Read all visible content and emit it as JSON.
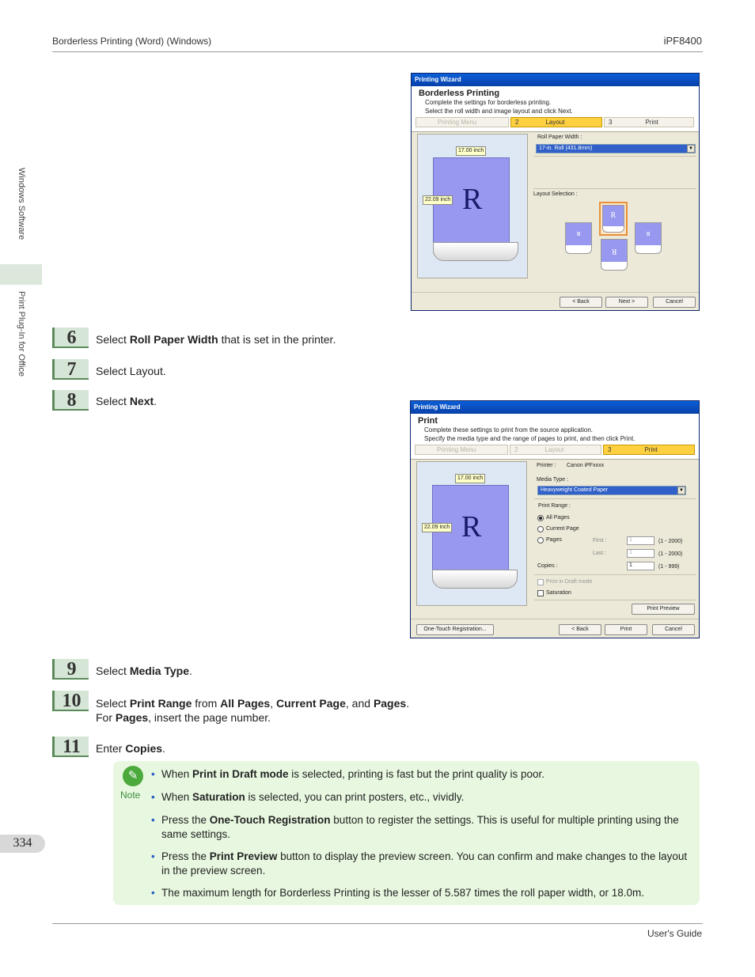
{
  "header": {
    "left": "Borderless Printing (Word) (Windows)",
    "right": "iPF8400"
  },
  "footer": {
    "right": "User's Guide",
    "page": "334"
  },
  "side": {
    "tab1": "Windows Software",
    "tab2": "Print Plug-In for Office"
  },
  "steps": [
    {
      "num": "6",
      "pre": "Select ",
      "bold": "Roll Paper Width",
      "post": " that is set in the printer."
    },
    {
      "num": "7",
      "text": "Select Layout."
    },
    {
      "num": "8",
      "pre": "Select ",
      "bold": "Next",
      "post": "."
    },
    {
      "num": "9",
      "pre": "Select ",
      "bold": "Media Type",
      "post": "."
    },
    {
      "num": "10",
      "l1_pre": "Select ",
      "l1_b1": "Print Range",
      "l1_mid1": " from ",
      "l1_b2": "All Pages",
      "l1_c1": ", ",
      "l1_b3": "Current Page",
      "l1_c2": ", and ",
      "l1_b4": "Pages",
      "l1_end": ".",
      "l2_pre": "For ",
      "l2_b": "Pages",
      "l2_post": ", insert the page number."
    },
    {
      "num": "11",
      "pre": "Enter ",
      "bold": "Copies",
      "post": "."
    }
  ],
  "dialog1": {
    "title": "Printing Wizard",
    "heading": "Borderless Printing",
    "sub1": "Complete the settings for borderless printing.",
    "sub2": "Select the roll width and image layout and click Next.",
    "crumb1": "Printing Menu",
    "crumb2_num": "2",
    "crumb2": "Layout",
    "crumb3_num": "3",
    "crumb3": "Print",
    "width_tag": "17.00 inch",
    "height_tag": "22.09 inch",
    "big_r": "R",
    "roll_width_label": "Roll Paper Width :",
    "roll_width_value": "17-in. Roll (431.8mm)",
    "layout_label": "Layout Selection :",
    "thumb_r": "R",
    "btn_back": "< Back",
    "btn_next": "Next >",
    "btn_cancel": "Cancel"
  },
  "dialog2": {
    "title": "Printing Wizard",
    "heading": "Print",
    "sub1": "Complete these settings to print from the source application.",
    "sub2": "Specify the media type and the range of pages to print, and then click Print.",
    "crumb1": "Printing Menu",
    "crumb2_num": "2",
    "crumb2": "Layout",
    "crumb3_num": "3",
    "crumb3": "Print",
    "width_tag": "17.00 inch",
    "height_tag": "22.09 inch",
    "big_r": "R",
    "printer_label": "Printer :",
    "printer_value": "Canon iPFxxxx",
    "media_label": "Media Type :",
    "media_value": "Heavyweight Coated Paper",
    "range_label": "Print Range :",
    "all_pages": "All Pages",
    "current_page": "Current Page",
    "pages": "Pages",
    "first_label": "First :",
    "first_value": "1",
    "first_range": "(1 - 2000)",
    "last_label": "Last :",
    "last_value": "1",
    "last_range": "(1 - 2000)",
    "copies_label": "Copies :",
    "copies_value": "1",
    "copies_range": "(1 - 999)",
    "draft_label": "Print in Draft mode",
    "saturation_label": "Saturation",
    "btn_preview": "Print Preview",
    "btn_register": "One-Touch Registration...",
    "btn_back": "< Back",
    "btn_print": "Print",
    "btn_cancel": "Cancel"
  },
  "note": {
    "label": "Note",
    "b1_pre": "When ",
    "b1_bold": "Print in Draft mode",
    "b1_post": " is selected, printing is fast but the print quality is poor.",
    "b2_pre": "When ",
    "b2_bold": "Saturation",
    "b2_post": " is selected, you can print posters, etc., vividly.",
    "b3_pre": "Press the ",
    "b3_bold": "One-Touch Registration",
    "b3_post": " button to register the settings. This is useful for multiple printing using the same settings.",
    "b4_pre": "Press the ",
    "b4_bold": "Print Preview",
    "b4_post": " button to display the preview screen. You can confirm and make changes to the layout in the preview screen.",
    "b5": "The maximum length for Borderless Printing is the lesser of 5.587 times the roll paper width, or 18.0m."
  },
  "colors": {
    "accent_green": "#5a8a5a",
    "note_bg": "#e8f8e0",
    "bullet_blue": "#2a5fc0"
  }
}
